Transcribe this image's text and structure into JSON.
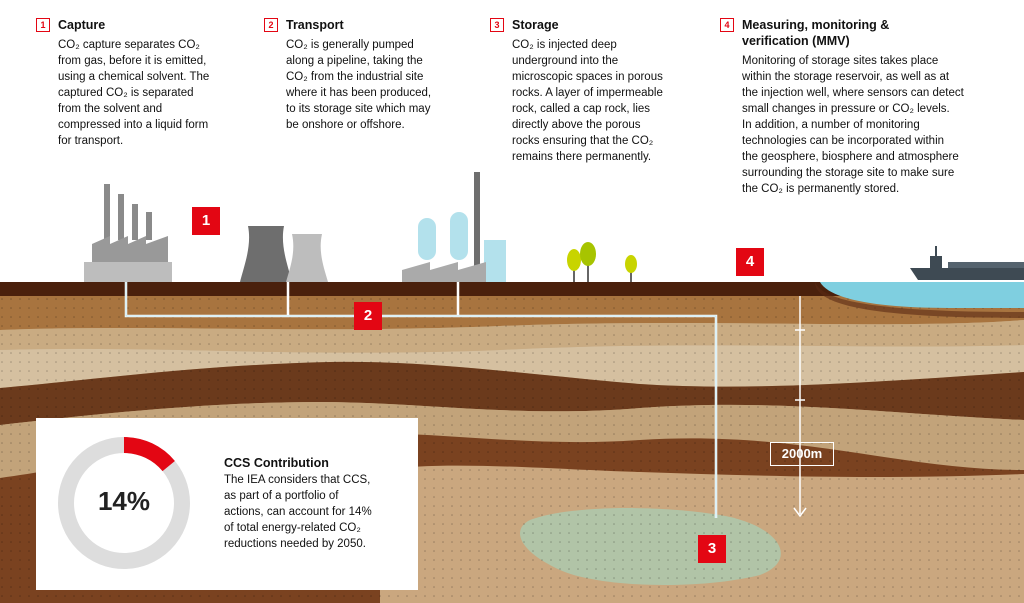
{
  "steps": [
    {
      "num": "1",
      "title": "Capture",
      "body": [
        "CO₂ capture separates CO₂",
        "from gas, before it is emitted,",
        "using a chemical solvent. The",
        "captured CO₂ is separated",
        "from the solvent and",
        "compressed into a liquid form",
        "for transport."
      ]
    },
    {
      "num": "2",
      "title": "Transport",
      "body": [
        "CO₂ is generally pumped",
        "along a pipeline, taking the",
        "CO₂ from the industrial site",
        "where it has been produced,",
        "to its storage site which may",
        "be onshore or offshore."
      ]
    },
    {
      "num": "3",
      "title": "Storage",
      "body": [
        "CO₂ is injected deep",
        "underground into the",
        "microscopic spaces in porous",
        "rocks. A layer of impermeable",
        "rock, called a cap rock, lies",
        "directly above the porous",
        "rocks ensuring that the CO₂",
        "remains there permanently."
      ]
    },
    {
      "num": "4",
      "title": "Measuring, monitoring &",
      "title2": "verification (MMV)",
      "body": [
        "Monitoring of storage sites takes place",
        "within the storage reservoir, as well as at",
        "the injection well, where sensors can detect",
        "small changes in pressure or CO₂ levels.",
        "In addition, a number of monitoring",
        "technologies can be incorporated within",
        "the geosphere, biosphere and atmosphere",
        "surrounding the storage site to make sure",
        "the CO₂ is permanently stored."
      ]
    }
  ],
  "markers": [
    "1",
    "2",
    "3",
    "4"
  ],
  "depth_label": "2000m",
  "contribution": {
    "title": "CCS Contribution",
    "percent_label": "14%",
    "percent_value": 14,
    "body": [
      "The IEA considers that CCS,",
      "as part of a portfolio of",
      "actions, can account for 14%",
      "of total energy-related CO₂",
      "reductions needed by 2050."
    ]
  },
  "colors": {
    "accent": "#e30613",
    "sea": "#7fcfe0",
    "sky": "#ffffff",
    "topsoil": "#5a2a14",
    "layer_light": "#b99a74",
    "layer_mid": "#8a5a2e",
    "layer_dark": "#6b3a1c",
    "reservoir": "#c8b490",
    "co2_plume": "#9ddcc8",
    "donut_track": "#dddddd"
  }
}
